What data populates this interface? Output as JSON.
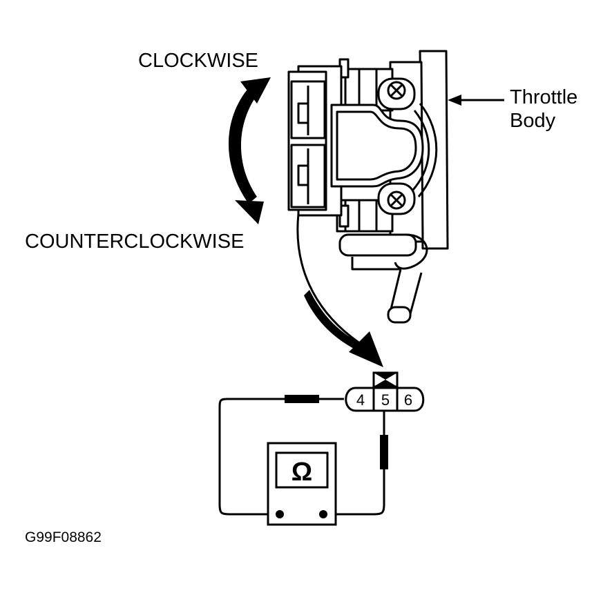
{
  "labels": {
    "clockwise": "CLOCKWISE",
    "counterclockwise": "COUNTERCLOCKWISE",
    "throttle_body_line1": "Throttle",
    "throttle_body_line2": "Body",
    "figure_code": "G99F08862"
  },
  "connector": {
    "pins": [
      "4",
      "5",
      "6"
    ]
  },
  "meter": {
    "symbol": "Ω"
  }
}
